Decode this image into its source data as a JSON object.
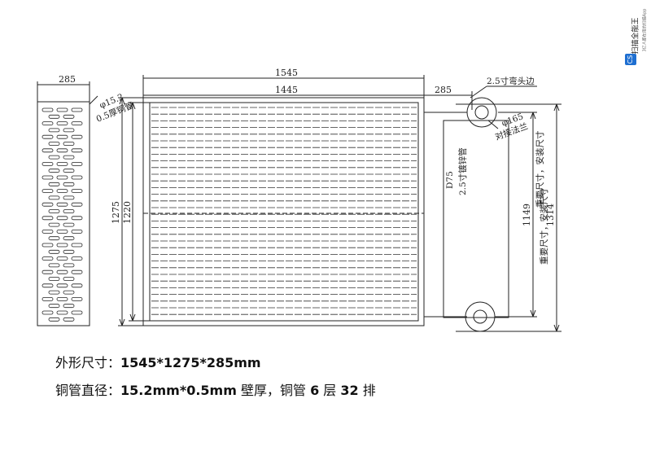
{
  "dimensions": {
    "side_width": "285",
    "frame_width": "1545",
    "core_width": "1445",
    "end_width": "285",
    "frame_height": "1275",
    "core_height": "1220",
    "header_spacing": "1149",
    "overall_height": "1314"
  },
  "annotations": {
    "tube_diameter": "φ15.2",
    "tube_wall": "0.5厚铜管",
    "elbow": "2.5寸弯头边",
    "flange_size": "φ165",
    "flange_label": "对接法兰",
    "header_diameter": "D75",
    "header_pipe": "2.5寸镀锌管",
    "key_note_1": "重要尺寸，安装尺寸",
    "key_note_2": "重要尺寸，安装尺寸"
  },
  "specs": {
    "outline_label": "外形尺寸：",
    "outline_value": "1545*1275*285mm",
    "tube_label": "铜管直径：",
    "tube_value": "15.2mm*0.5mm",
    "tube_suffix": " 壁厚，铜管 ",
    "layers": "6",
    "layers_unit": " 层 ",
    "rows": "32",
    "rows_unit": " 排"
  },
  "watermark": {
    "logo": "CS",
    "title": "扫描全能王",
    "subtitle": "3亿人都在用的扫描App"
  },
  "colors": {
    "line": "#222222",
    "brand": "#1f6fd1"
  }
}
